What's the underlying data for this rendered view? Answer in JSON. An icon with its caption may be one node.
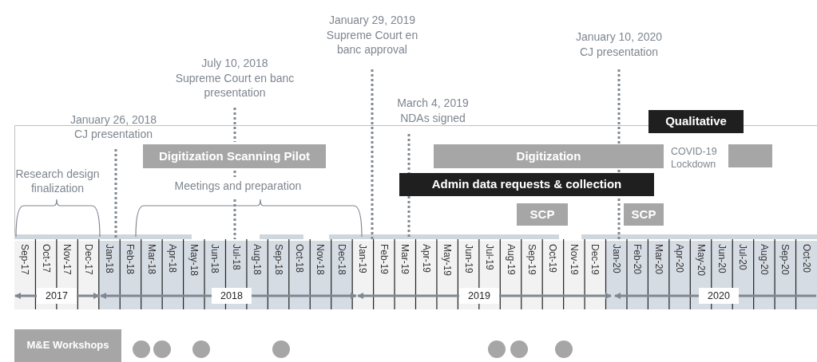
{
  "diagram": {
    "nodes": [
      {
        "text": [
          "Digitization Scanning Pilot"
        ]
      },
      {
        "text": [
          "Qualitative"
        ]
      },
      {
        "text": [
          "Digitization"
        ]
      },
      {
        "text": [],
        "shape": "box"
      },
      {
        "text": [
          "Admin data requests & collection"
        ]
      },
      {
        "text": [
          "SCP"
        ]
      },
      {
        "text": [
          "SCP"
        ]
      },
      {
        "text": [
          "M&E Workshops"
        ]
      },
      {
        "text": [],
        "shape": "circle"
      },
      {
        "text": [],
        "shape": "circle"
      },
      {
        "text": [],
        "shape": "circle"
      },
      {
        "text": [],
        "shape": "circle"
      },
      {
        "text": [],
        "shape": "circle"
      },
      {
        "text": [],
        "shape": "circle"
      },
      {
        "text": [],
        "shape": "circle"
      }
    ],
    "labels": [
      "January 29, 2019",
      "Supreme Court en banc approval",
      "January 10, 2020",
      "CJ presentation",
      "July 10, 2018",
      "Supreme Court en banc presentation",
      "January 26, 2018",
      "CJ presentation",
      "March 4, 2019",
      "NDAs signed",
      "COVID-19 Lockdown",
      "Research design finalization",
      "Meetings and preparation",
      "Sep-17",
      "Oct-17",
      "Nov-17",
      "Dec-17",
      "Jan-18",
      "Feb-18",
      "Mar-18",
      "Apr-18",
      "May-18",
      "Jun-18",
      "Jul-18",
      "Aug-18",
      "Sep-18",
      "Oct-18",
      "Nov-18",
      "Dec-18",
      "Jan-19",
      "Feb-19",
      "Mar-19",
      "Apr-19",
      "May-19",
      "Jun-19",
      "Jul-19",
      "Aug-19",
      "Sep-19",
      "Oct-19",
      "Nov-19",
      "Dec-19",
      "Jan-20",
      "Feb-20",
      "Mar-20",
      "Apr-20",
      "May-20",
      "Jun-20",
      "Jul-20",
      "Aug-20",
      "Sep-20",
      "Oct-20",
      "2017",
      "2018",
      "2019",
      "2020"
    ]
  }
}
